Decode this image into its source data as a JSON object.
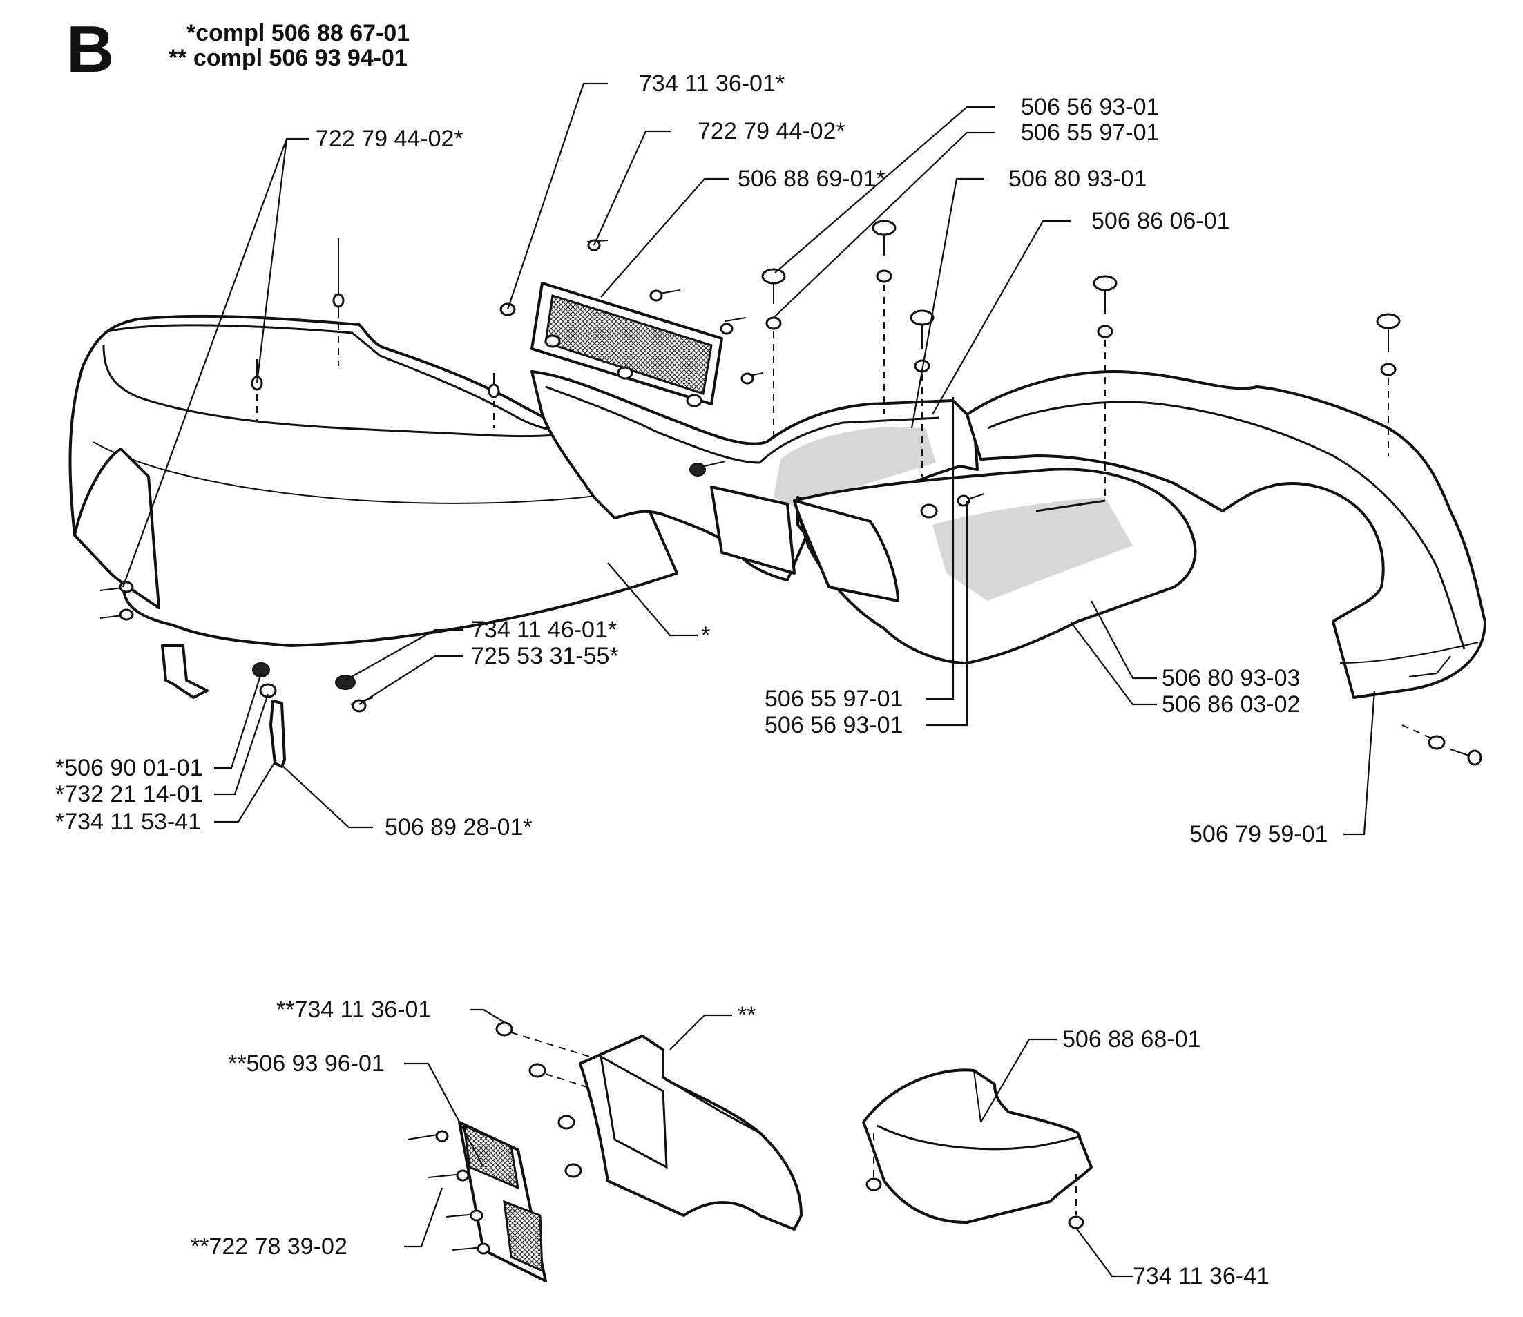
{
  "header": {
    "section_letter": "B",
    "compl_1": "*compl 506 88 67-01",
    "compl_2": "** compl 506 93 94-01"
  },
  "labels": {
    "p734_11_36_01_top": "734 11 36-01*",
    "p722_79_44_02_mid": "722 79 44-02*",
    "p506_88_69_01": "506 88 69-01*",
    "p722_79_44_02_left": "722 79 44-02*",
    "p506_56_93_01_top": "506 56 93-01",
    "p506_55_97_01_top": "506 55 97-01",
    "p506_80_93_01": "506 80 93-01",
    "p506_86_06_01": "506 86 06-01",
    "star": "*",
    "p734_11_46_01": "734 11 46-01*",
    "p725_53_31_55": "725 53 31-55*",
    "p506_90_01_01": "*506 90 01-01",
    "p732_21_14_01": "*732 21 14-01",
    "p734_11_53_41": "*734 11 53-41",
    "p506_89_28_01": "506 89 28-01*",
    "p506_55_97_01_bottom": "506 55 97-01",
    "p506_56_93_01_bottom": "506 56 93-01",
    "p506_80_93_03": "506 80 93-03",
    "p506_86_03_02": "506 86 03-02",
    "p506_79_59_01": "506 79 59-01",
    "p734_11_36_01_b": "**734 11 36-01",
    "double_star": "**",
    "p506_93_96_01": "**506 93 96-01",
    "p722_78_39_02": "**722 78 39-02",
    "p506_88_68_01": "506 88 68-01",
    "p734_11_36_41": "734 11 36-41"
  }
}
